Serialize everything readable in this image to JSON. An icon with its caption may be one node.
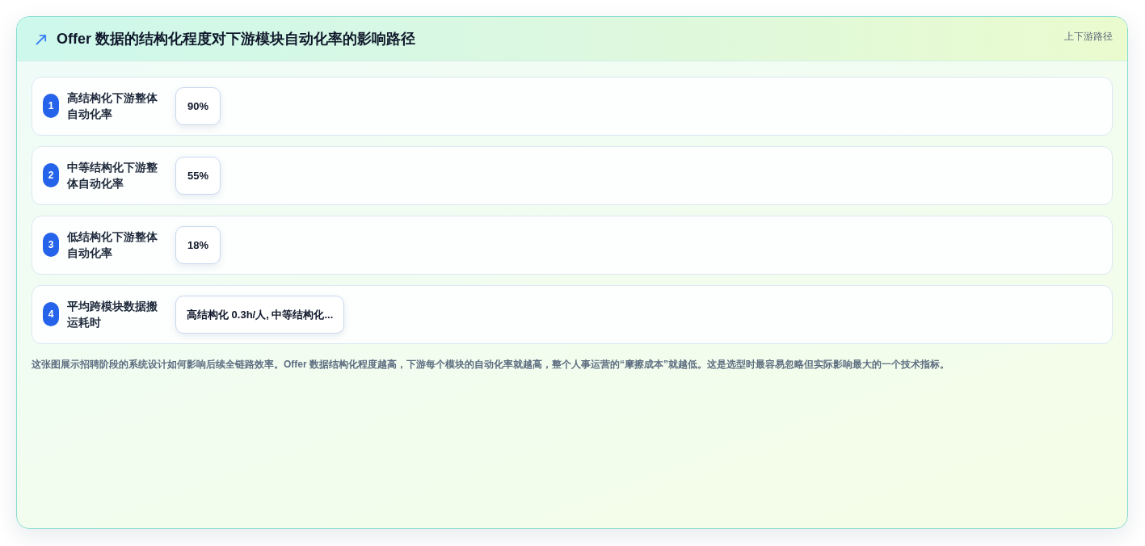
{
  "diagram": {
    "title": "Offer 数据的结构化程度对下游模块自动化率的影响路径",
    "caption": "这张图展示招聘阶段的系统设计如何影响后续全链路效率。Offer 数据结构化程度越高，下游每个模块的自动化率就越高，整个人事运营的“摩擦成本”就越低。这是选型时最容易忽略但实际影响最大的一个技术指标。",
    "nodes": [
      {
        "text": [
          "高结构化下游整体自动化率"
        ]
      },
      {
        "text": [
          "1"
        ],
        "in": 0
      },
      {
        "text": [
          "90%"
        ],
        "in": 0
      },
      {
        "text": [
          "中等结构化下游整体自动化率"
        ]
      },
      {
        "text": [
          "2"
        ],
        "in": 3
      },
      {
        "text": [
          "55%"
        ],
        "in": 3
      },
      {
        "text": [
          "低结构化下游整体自动化率"
        ]
      },
      {
        "text": [
          "3"
        ],
        "in": 6
      },
      {
        "text": [
          "18%"
        ],
        "in": 6
      },
      {
        "text": [
          "平均跨模块数据搬运耗时"
        ]
      },
      {
        "text": [
          "4"
        ],
        "in": 9
      },
      {
        "text": [
          "高结构化 0.3h/人, 中等结构化..."
        ],
        "in": 9
      }
    ],
    "labels": [
      "上下游路径"
    ]
  }
}
